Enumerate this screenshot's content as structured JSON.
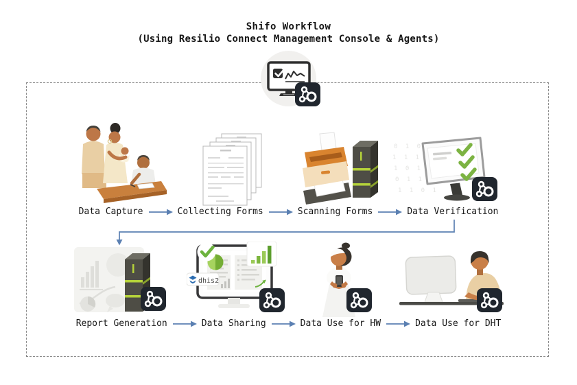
{
  "header": {
    "title": "Shifo Workflow",
    "subtitle": "(Using Resilio Connect Management Console & Agents)"
  },
  "hub": {
    "icon": "management-console-monitor-icon",
    "agent_badge_icon": "resilio-connect-agent-icon"
  },
  "rows": [
    {
      "steps": [
        {
          "label": "Data Capture",
          "icon": "family-registration-illustration",
          "agent_badge": false
        },
        {
          "label": "Collecting Forms",
          "icon": "paper-forms-stack-illustration",
          "agent_badge": false
        },
        {
          "label": "Scanning Forms",
          "icon": "scanner-with-server-illustration",
          "agent_badge": true
        },
        {
          "label": "Data Verification",
          "icon": "verification-monitor-illustration",
          "agent_badge": true
        }
      ]
    },
    {
      "steps": [
        {
          "label": "Report Generation",
          "icon": "reports-with-server-illustration",
          "agent_badge": true
        },
        {
          "label": "Data Sharing",
          "icon": "dhis2-dashboard-illustration",
          "agent_badge": true
        },
        {
          "label": "Data Use for HW",
          "icon": "health-worker-with-phone-illustration",
          "agent_badge": true
        },
        {
          "label": "Data Use for DHT",
          "icon": "analyst-at-computer-illustration",
          "agent_badge": true
        }
      ]
    }
  ],
  "logos": {
    "dhis2": "dhis2"
  },
  "decor": {
    "binary_rows": [
      "0 1 0 1 1",
      "1 1 1 0 1 1",
      "1 0 1 1 0",
      "0 1 1 1 0 1",
      "1 1 0 1"
    ]
  },
  "colors": {
    "arrow": "#5b80b2",
    "badge_bg": "#20262e",
    "check_green": "#6db33f",
    "stripe_green": "#b5d23a",
    "scanner_orange": "#d9842f",
    "frame_border": "#8a8a8a"
  }
}
